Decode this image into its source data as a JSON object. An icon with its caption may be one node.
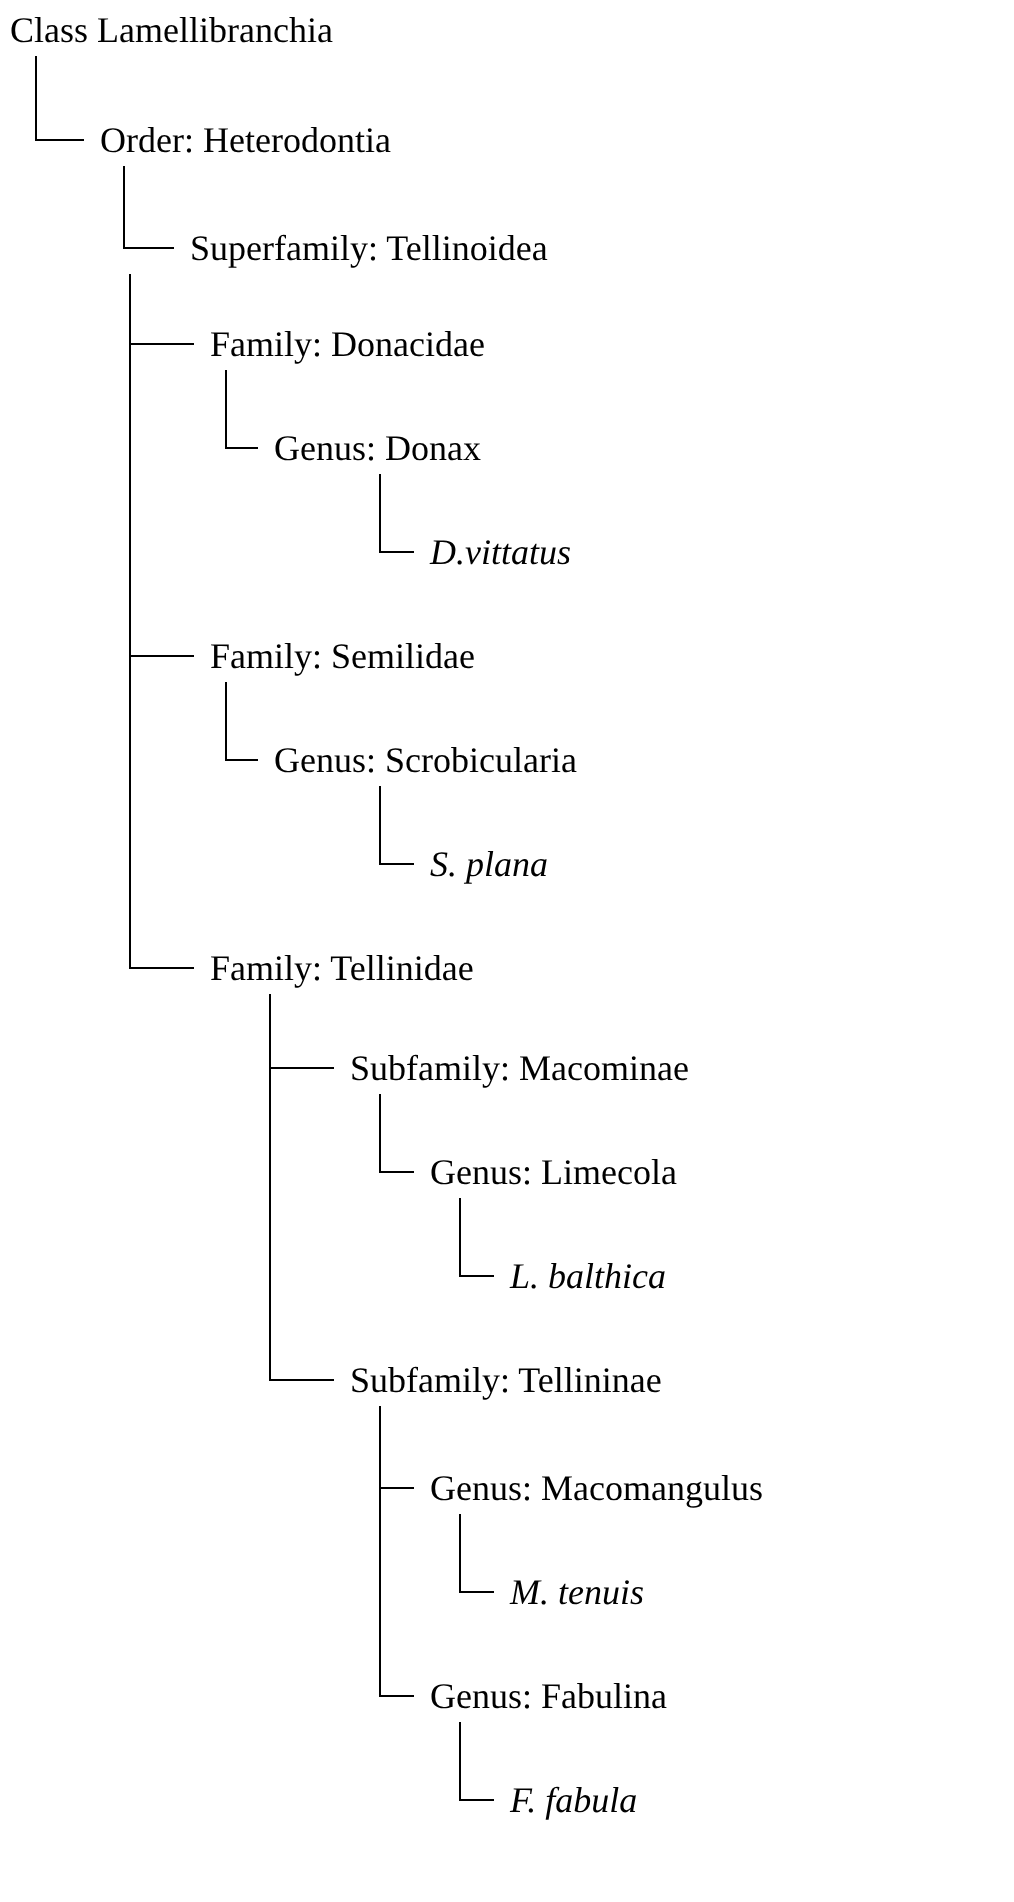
{
  "diagram": {
    "nodes": [
      {
        "text": [
          "Class Lamellibranchia"
        ]
      },
      {
        "text": [
          "Order: Heterodontia"
        ]
      },
      {
        "text": [
          "Superfamily: Tellinoidea"
        ]
      },
      {
        "text": [
          "Family: Donacidae"
        ]
      },
      {
        "text": [
          "Genus: Donax"
        ]
      },
      {
        "text": [
          "D.vittatus"
        ]
      },
      {
        "text": [
          "Family: Semilidae"
        ]
      },
      {
        "text": [
          "Genus: Scrobicularia"
        ]
      },
      {
        "text": [
          "S. plana"
        ]
      },
      {
        "text": [
          "Family: Tellinidae"
        ]
      },
      {
        "text": [
          "Subfamily: Macominae"
        ]
      },
      {
        "text": [
          "Genus: Limecola"
        ]
      },
      {
        "text": [
          "L. balthica"
        ]
      },
      {
        "text": [
          "Subfamily: Tellininae"
        ]
      },
      {
        "text": [
          "Genus: Macomangulus"
        ]
      },
      {
        "text": [
          "M. tenuis"
        ]
      },
      {
        "text": [
          "Genus: Fabulina"
        ]
      },
      {
        "text": [
          "F. fabula"
        ]
      }
    ],
    "edges": [
      {
        "from": 0,
        "to": 1,
        "arrow": "none"
      },
      {
        "from": 1,
        "to": 2,
        "arrow": "none"
      },
      {
        "from": 2,
        "to": 3,
        "arrow": "none"
      },
      {
        "from": 3,
        "to": 4,
        "arrow": "none"
      },
      {
        "from": 4,
        "to": 5,
        "arrow": "none"
      },
      {
        "from": 2,
        "to": 6,
        "arrow": "none"
      },
      {
        "from": 6,
        "to": 7,
        "arrow": "none"
      },
      {
        "from": 7,
        "to": 8,
        "arrow": "none"
      },
      {
        "from": 2,
        "to": 9,
        "arrow": "none"
      },
      {
        "from": 9,
        "to": 10,
        "arrow": "none"
      },
      {
        "from": 10,
        "to": 11,
        "arrow": "none"
      },
      {
        "from": 11,
        "to": 12,
        "arrow": "none"
      },
      {
        "from": 9,
        "to": 13,
        "arrow": "none"
      },
      {
        "from": 13,
        "to": 14,
        "arrow": "none"
      },
      {
        "from": 14,
        "to": 15,
        "arrow": "none"
      },
      {
        "from": 13,
        "to": 16,
        "arrow": "none"
      },
      {
        "from": 16,
        "to": 17,
        "arrow": "none"
      }
    ]
  }
}
